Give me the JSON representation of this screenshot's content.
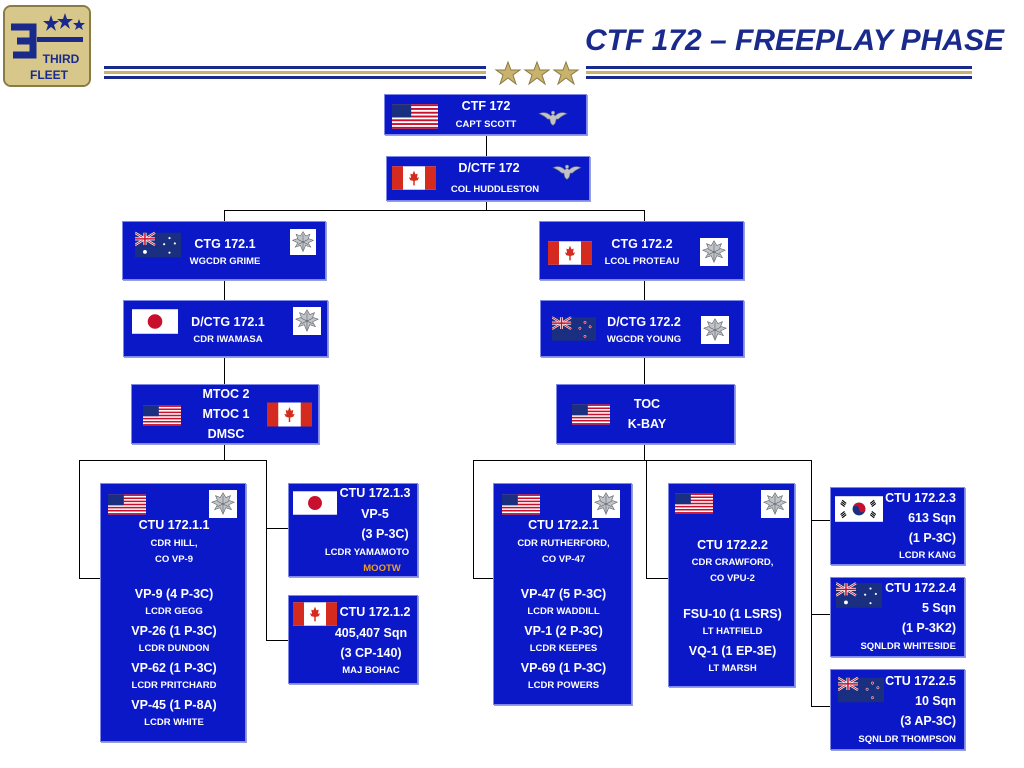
{
  "header": {
    "title": "CTF 172 – FREEPLAY PHASE",
    "logo_text_top": "THIRD",
    "logo_text_bottom": "FLEET"
  },
  "ctf": {
    "title": "CTF 172",
    "commander": "CAPT SCOTT"
  },
  "dctf": {
    "title": "D/CTF 172",
    "commander": "COL HUDDLESTON"
  },
  "ctg1": {
    "title": "CTG 172.1",
    "commander": "WGCDR GRIME"
  },
  "ctg2": {
    "title": "CTG 172.2",
    "commander": "LCOL PROTEAU"
  },
  "dctg1": {
    "title": "D/CTG 172.1",
    "commander": "CDR IWAMASA"
  },
  "dctg2": {
    "title": "D/CTG 172.2",
    "commander": "WGCDR YOUNG"
  },
  "mtoc": {
    "line1": "MTOC 2",
    "line2": "MTOC 1",
    "line3": "DMSC"
  },
  "toc": {
    "line1": "TOC",
    "line2": "K-BAY"
  },
  "ctu1711": {
    "title": "CTU 172.1.1",
    "cdr": "CDR HILL,",
    "co": "CO VP-9",
    "units": [
      {
        "unit": "VP-9 (4 P-3C)",
        "cdr": "LCDR GEGG"
      },
      {
        "unit": "VP-26 (1 P-3C)",
        "cdr": "LCDR DUNDON"
      },
      {
        "unit": "VP-62 (1 P-3C)",
        "cdr": "LCDR PRITCHARD"
      },
      {
        "unit": "VP-45 (1 P-8A)",
        "cdr": "LCDR WHITE"
      }
    ]
  },
  "ctu1713": {
    "title": "CTU 172.1.3",
    "unit": "VP-5",
    "aircraft": "(3 P-3C)",
    "cdr": "LCDR YAMAMOTO",
    "note": "MOOTW"
  },
  "ctu1712": {
    "title": "CTU 172.1.2",
    "unit": "405,407 Sqn",
    "aircraft": "(3 CP-140)",
    "cdr": "MAJ BOHAC"
  },
  "ctu1721": {
    "title": "CTU 172.2.1",
    "cdr": "CDR RUTHERFORD,",
    "co": "CO VP-47",
    "units": [
      {
        "unit": "VP-47 (5 P-3C)",
        "cdr": "LCDR WADDILL"
      },
      {
        "unit": "VP-1 (2 P-3C)",
        "cdr": "LCDR KEEPES"
      },
      {
        "unit": "VP-69 (1 P-3C)",
        "cdr": "LCDR POWERS"
      }
    ]
  },
  "ctu1722": {
    "title": "CTU 172.2.2",
    "cdr": "CDR CRAWFORD,",
    "co": "CO VPU-2",
    "units": [
      {
        "unit": "FSU-10 (1 LSRS)",
        "cdr": "LT HATFIELD"
      },
      {
        "unit": "VQ-1 (1 EP-3E)",
        "cdr": "LT MARSH"
      }
    ]
  },
  "ctu1723": {
    "title": "CTU 172.2.3",
    "unit": "613 Sqn",
    "aircraft": "(1 P-3C)",
    "cdr": "LCDR KANG"
  },
  "ctu1724": {
    "title": "CTU 172.2.4",
    "unit": "5 Sqn",
    "aircraft": "(1 P-3K2)",
    "cdr": "SQNLDR WHITESIDE"
  },
  "ctu1725": {
    "title": "CTU 172.2.5",
    "unit": "10 Sqn",
    "aircraft": "(3 AP-3C)",
    "cdr": "SQNLDR THOMPSON"
  },
  "colors": {
    "box": "#0a18c8",
    "title": "#1a2a8c",
    "gold": "#c9b26c",
    "note": "#f0a020"
  },
  "icons": [
    "us-flag-icon",
    "canada-flag-icon",
    "australia-flag-icon",
    "japan-flag-icon",
    "new-zealand-flag-icon",
    "korea-flag-icon",
    "eagle-insignia-icon",
    "oak-leaf-insignia-icon",
    "star-icon"
  ]
}
